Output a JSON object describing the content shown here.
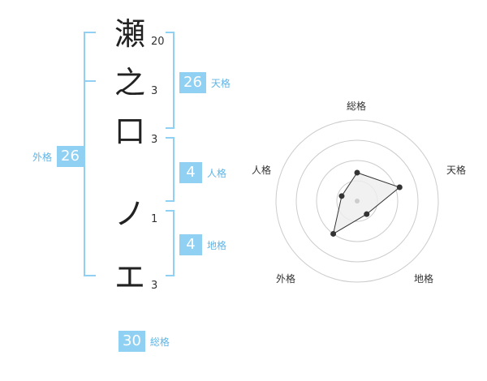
{
  "name": {
    "characters": [
      {
        "char": "瀬",
        "strokes": "20"
      },
      {
        "char": "之",
        "strokes": "3"
      },
      {
        "char": "口",
        "strokes": "3"
      },
      {
        "char": "ノ",
        "strokes": "1"
      },
      {
        "char": "エ",
        "strokes": "3"
      }
    ]
  },
  "scores": {
    "tenkaku": {
      "value": "26",
      "label": "天格"
    },
    "jinkaku": {
      "value": "4",
      "label": "人格"
    },
    "chikaku": {
      "value": "4",
      "label": "地格"
    },
    "gaikaku": {
      "value": "26",
      "label": "外格"
    },
    "soukaku": {
      "value": "30",
      "label": "総格"
    }
  },
  "radar": {
    "axes": [
      "総格",
      "天格",
      "地格",
      "外格",
      "人格"
    ],
    "values": [
      0.35,
      0.55,
      0.2,
      0.5,
      0.2
    ],
    "colors": {
      "grid": "#cccccc",
      "fill": "#eeeeee",
      "line": "#333333",
      "point": "#333333",
      "center": "#cccccc"
    }
  },
  "colors": {
    "bracket": "#8fd0f3",
    "badge": "#8fd0f3",
    "badge_label": "#5fb5e6"
  }
}
